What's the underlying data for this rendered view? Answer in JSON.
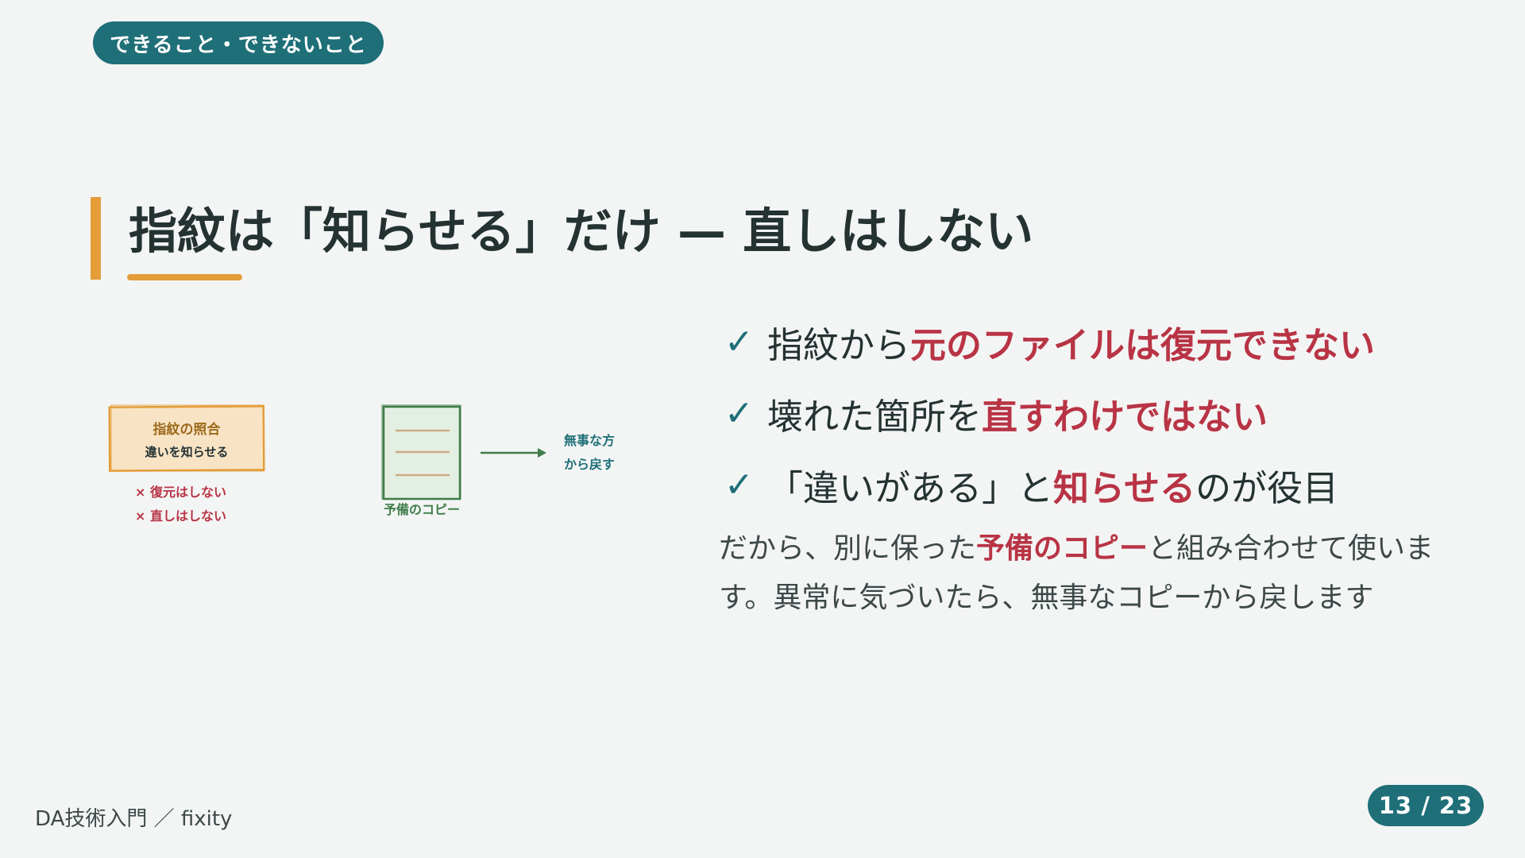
{
  "header": {
    "badge": "できること・できないこと"
  },
  "title": "指紋は「知らせる」だけ — 直しはしない",
  "sketch": {
    "box_title": "指紋の照合",
    "box_sub": "違いを知らせる",
    "no_restore": "× 復元はしない",
    "no_fix": "× 直しはしない",
    "copy_label": "予備のコピー",
    "arrow_line1": "無事な方",
    "arrow_line2": "から戻す"
  },
  "bullets": [
    {
      "check": "✓",
      "plain": "指紋から",
      "emph": "元のファイルは復元できない",
      "tail": ""
    },
    {
      "check": "✓",
      "plain": "壊れた箇所を",
      "emph": "直すわけではない",
      "tail": ""
    },
    {
      "check": "✓",
      "plain": "「違いがある」と",
      "emph": "知らせる",
      "tail": "のが役目"
    }
  ],
  "paragraph": {
    "part1": "だから、別に保った",
    "emph": "予備のコピー",
    "part2": "と組み合わせて使います。異常に気づいたら、無事なコピーから戻します"
  },
  "footer": {
    "left": "DA技術入門 ／ fixity",
    "page": "13 / 23"
  },
  "colors": {
    "teal": "#1e6f78",
    "orange": "#e49d39",
    "red": "#b83445",
    "green": "#3f7d4a",
    "background": "#f3f5f4"
  }
}
